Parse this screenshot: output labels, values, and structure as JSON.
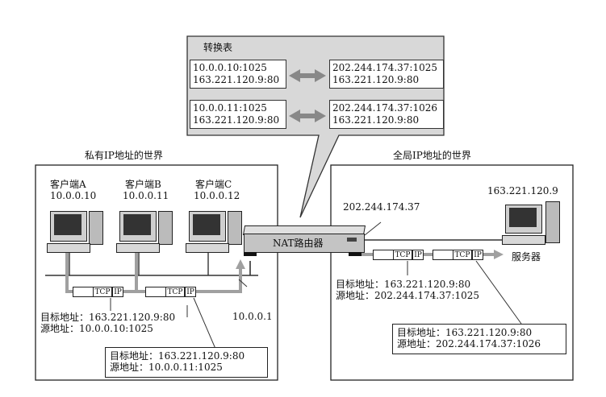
{
  "table": {
    "title": "转换表",
    "rows": [
      {
        "private": [
          "10.0.0.10:1025",
          "163.221.120.9:80"
        ],
        "global": [
          "202.244.174.37:1025",
          "163.221.120.9:80"
        ]
      },
      {
        "private": [
          "10.0.0.11:1025",
          "163.221.120.9:80"
        ],
        "global": [
          "202.244.174.37:1026",
          "163.221.120.9:80"
        ]
      }
    ]
  },
  "private_world": {
    "title": "私有IP地址的世界",
    "clients": [
      {
        "name": "客户端A",
        "ip": "10.0.0.10"
      },
      {
        "name": "客户端B",
        "ip": "10.0.0.11"
      },
      {
        "name": "客户端C",
        "ip": "10.0.0.12"
      }
    ],
    "router_ip": "10.0.0.1",
    "headers": [
      {
        "dst_label": "目标地址：",
        "dst": "163.221.120.9:80",
        "src_label": "源地址：",
        "src": "10.0.0.10:1025"
      },
      {
        "dst_label": "目标地址：",
        "dst": "163.221.120.9:80",
        "src_label": "源地址：",
        "src": "10.0.0.11:1025"
      }
    ]
  },
  "global_world": {
    "title": "全局IP地址的世界",
    "router_ip": "202.244.174.37",
    "server_ip": "163.221.120.9",
    "server_label": "服务器",
    "headers": [
      {
        "dst_label": "目标地址：",
        "dst": "163.221.120.9:80",
        "src_label": "源地址：",
        "src": "202.244.174.37:1025"
      },
      {
        "dst_label": "目标地址：",
        "dst": "163.221.120.9:80",
        "src_label": "源地址：",
        "src": "202.244.174.37:1026"
      }
    ]
  },
  "router": {
    "label": "NAT路由器"
  },
  "packet": {
    "tcp": "TCP",
    "ip": "IP"
  },
  "colors": {
    "panel": "#d8d8d8",
    "router": "#c4c4c4",
    "line": "#333333",
    "pipe": "#999999"
  }
}
